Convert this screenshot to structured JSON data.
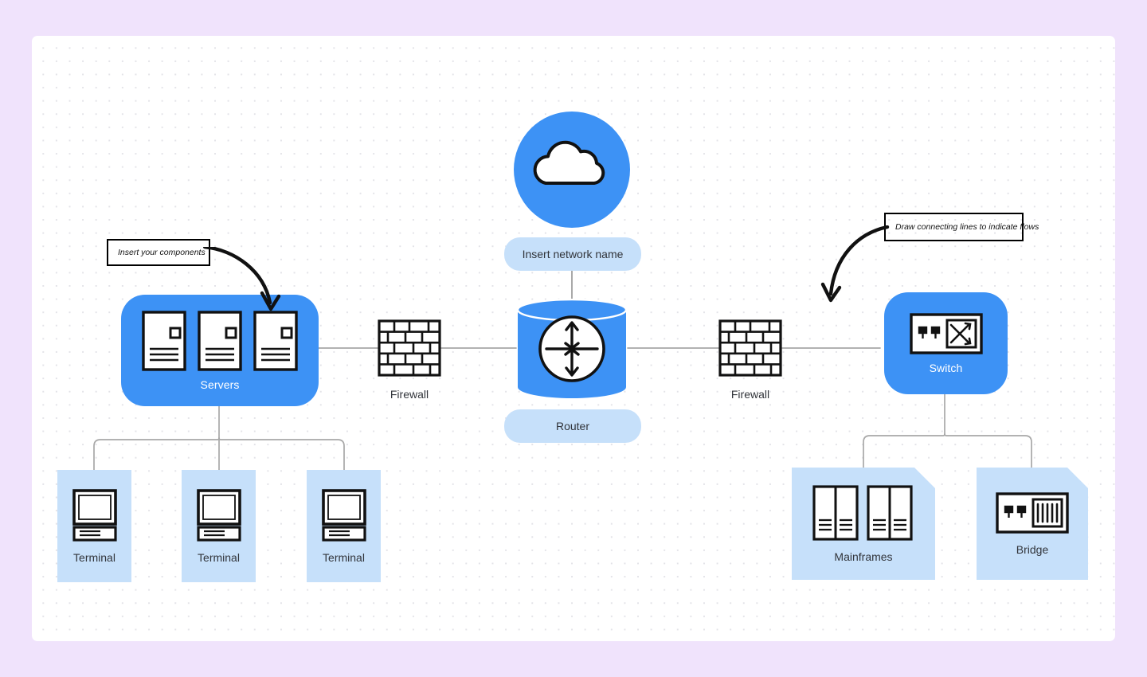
{
  "page": {
    "background_color": "#f0e3fc",
    "canvas_color": "#ffffff",
    "grid": "dot-grid"
  },
  "colors": {
    "primary_blue": "#3d92f5",
    "light_blue": "#c6e0fa",
    "edge_gray": "#a8a8a8",
    "text_dark": "#31343a",
    "text_light": "#ffffff",
    "outline_black": "#000000"
  },
  "diagram": {
    "type": "network-topology",
    "nodes": [
      {
        "id": "cloud",
        "label": "Insert network name",
        "icon": "cloud-icon",
        "shape": "circle",
        "style": "primary-blue",
        "label_style": "pill"
      },
      {
        "id": "router",
        "label": "Router",
        "icon": "router-icon",
        "shape": "cylinder",
        "style": "primary-blue",
        "label_style": "pill"
      },
      {
        "id": "servers",
        "label": "Servers",
        "icon": "servers-icon",
        "shape": "rounded-rect",
        "style": "primary-blue",
        "label_style": "inside-white"
      },
      {
        "id": "switch",
        "label": "Switch",
        "icon": "switch-icon",
        "shape": "rounded-rect",
        "style": "primary-blue",
        "label_style": "inside-white"
      },
      {
        "id": "firewall-left",
        "label": "Firewall",
        "icon": "firewall-brick-icon",
        "shape": "bare-icon",
        "style": "outline",
        "label_style": "below-plain"
      },
      {
        "id": "firewall-right",
        "label": "Firewall",
        "icon": "firewall-brick-icon",
        "shape": "bare-icon",
        "style": "outline",
        "label_style": "below-plain"
      },
      {
        "id": "terminal-1",
        "label": "Terminal",
        "icon": "terminal-icon",
        "shape": "square-card",
        "style": "light-blue",
        "label_style": "inside-dark"
      },
      {
        "id": "terminal-2",
        "label": "Terminal",
        "icon": "terminal-icon",
        "shape": "square-card",
        "style": "light-blue",
        "label_style": "inside-dark"
      },
      {
        "id": "terminal-3",
        "label": "Terminal",
        "icon": "terminal-icon",
        "shape": "square-card",
        "style": "light-blue",
        "label_style": "inside-dark"
      },
      {
        "id": "mainframes",
        "label": "Mainframes",
        "icon": "mainframes-icon",
        "shape": "folded-corner-card",
        "style": "light-blue",
        "label_style": "inside-dark"
      },
      {
        "id": "bridge",
        "label": "Bridge",
        "icon": "bridge-icon",
        "shape": "folded-corner-card",
        "style": "light-blue",
        "label_style": "inside-dark"
      }
    ],
    "edges": [
      {
        "from": "cloud",
        "to": "router",
        "kind": "straight"
      },
      {
        "from": "servers",
        "to": "firewall-left",
        "kind": "straight"
      },
      {
        "from": "firewall-left",
        "to": "router",
        "kind": "straight"
      },
      {
        "from": "router",
        "to": "firewall-right",
        "kind": "straight"
      },
      {
        "from": "firewall-right",
        "to": "switch",
        "kind": "straight"
      },
      {
        "from": "servers",
        "to": "terminal-1",
        "kind": "tree"
      },
      {
        "from": "servers",
        "to": "terminal-2",
        "kind": "tree"
      },
      {
        "from": "servers",
        "to": "terminal-3",
        "kind": "tree"
      },
      {
        "from": "switch",
        "to": "mainframes",
        "kind": "tree"
      },
      {
        "from": "switch",
        "to": "bridge",
        "kind": "tree"
      }
    ],
    "annotations": [
      {
        "id": "annotation-components",
        "text": "Insert your components",
        "points_to": "servers",
        "filled": true
      },
      {
        "id": "annotation-flows",
        "text": "Draw connecting lines to indicate flows",
        "points_to": "switch",
        "filled": false
      }
    ]
  }
}
